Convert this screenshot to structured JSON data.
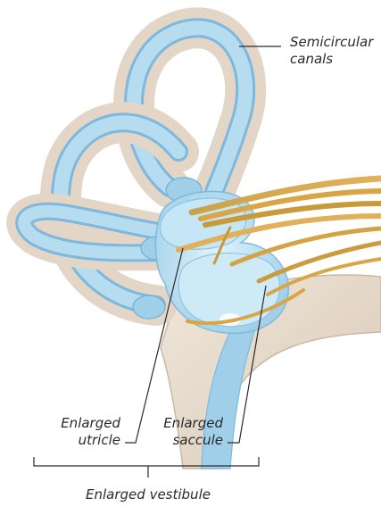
{
  "labels": {
    "semicircular": {
      "line1": "Semicircular",
      "line2": "canals"
    },
    "utricle": {
      "line1": "Enlarged",
      "line2": "utricle"
    },
    "saccule": {
      "line1": "Enlarged",
      "line2": "saccule"
    },
    "vestibule": "Enlarged vestibule"
  },
  "colors": {
    "tissue": "#e7dccf",
    "tissue_edge": "#cbb9a6",
    "fluid": "#a9d3ec",
    "fluid_edge": "#7fb8dc",
    "vestibule_fill": "#bfe3f4",
    "nerve": "#d9a646",
    "nerve_dark": "#b8852a",
    "leader": "#2a2a2a"
  }
}
